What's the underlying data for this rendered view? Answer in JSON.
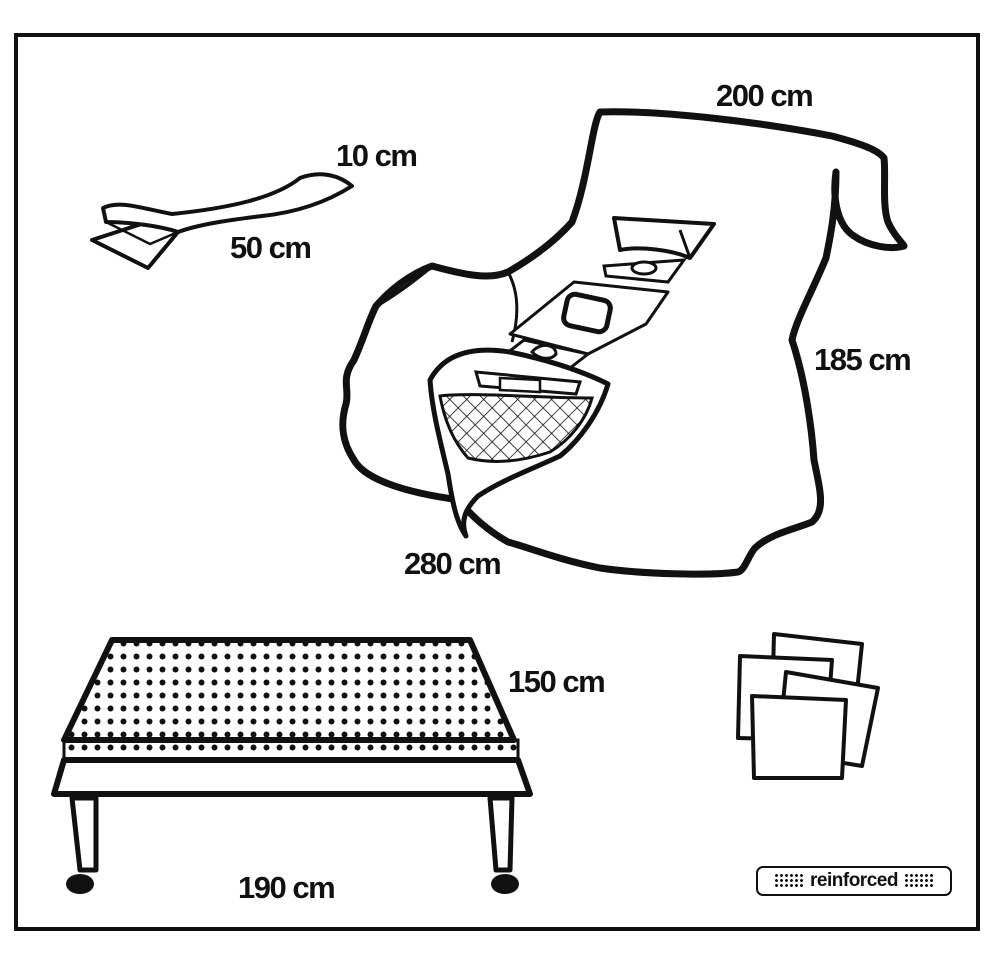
{
  "labels": {
    "towel_width": "10 cm",
    "towel_length": "50 cm",
    "drape_top": "200 cm",
    "drape_side": "185 cm",
    "drape_length": "280 cm",
    "cover_depth": "150 cm",
    "cover_length": "190 cm"
  },
  "legend": {
    "label": "reinforced",
    "pattern_icon": "dot-pattern-icon"
  },
  "colors": {
    "line": "#111111",
    "background": "#ffffff"
  }
}
